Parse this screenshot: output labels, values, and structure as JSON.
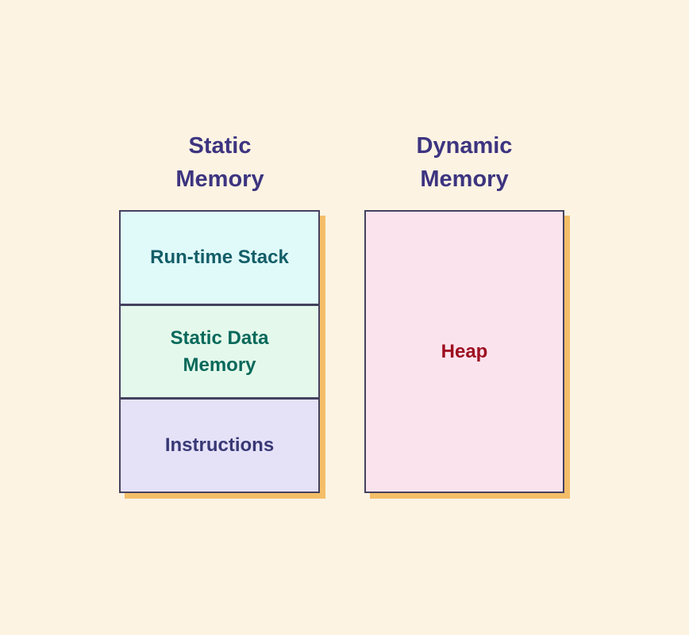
{
  "diagram": {
    "background_color": "#FCF3E3",
    "border_color": "#44425F",
    "shadow_color": "#F4BE68",
    "title_color": "#3D3480"
  },
  "columns": [
    {
      "title": "Static Memory",
      "sections": [
        {
          "label": "Run-time Stack",
          "bg": "#E0FAFA",
          "text_color": "#135E68"
        },
        {
          "label": "Static Data Memory",
          "bg": "#E4F9EB",
          "text_color": "#07695B"
        },
        {
          "label": "Instructions",
          "bg": "#E5E1F7",
          "text_color": "#383875"
        }
      ]
    },
    {
      "title": "Dynamic Memory",
      "sections": [
        {
          "label": "Heap",
          "bg": "#FBE3ED",
          "text_color": "#9E0E20"
        }
      ]
    }
  ]
}
